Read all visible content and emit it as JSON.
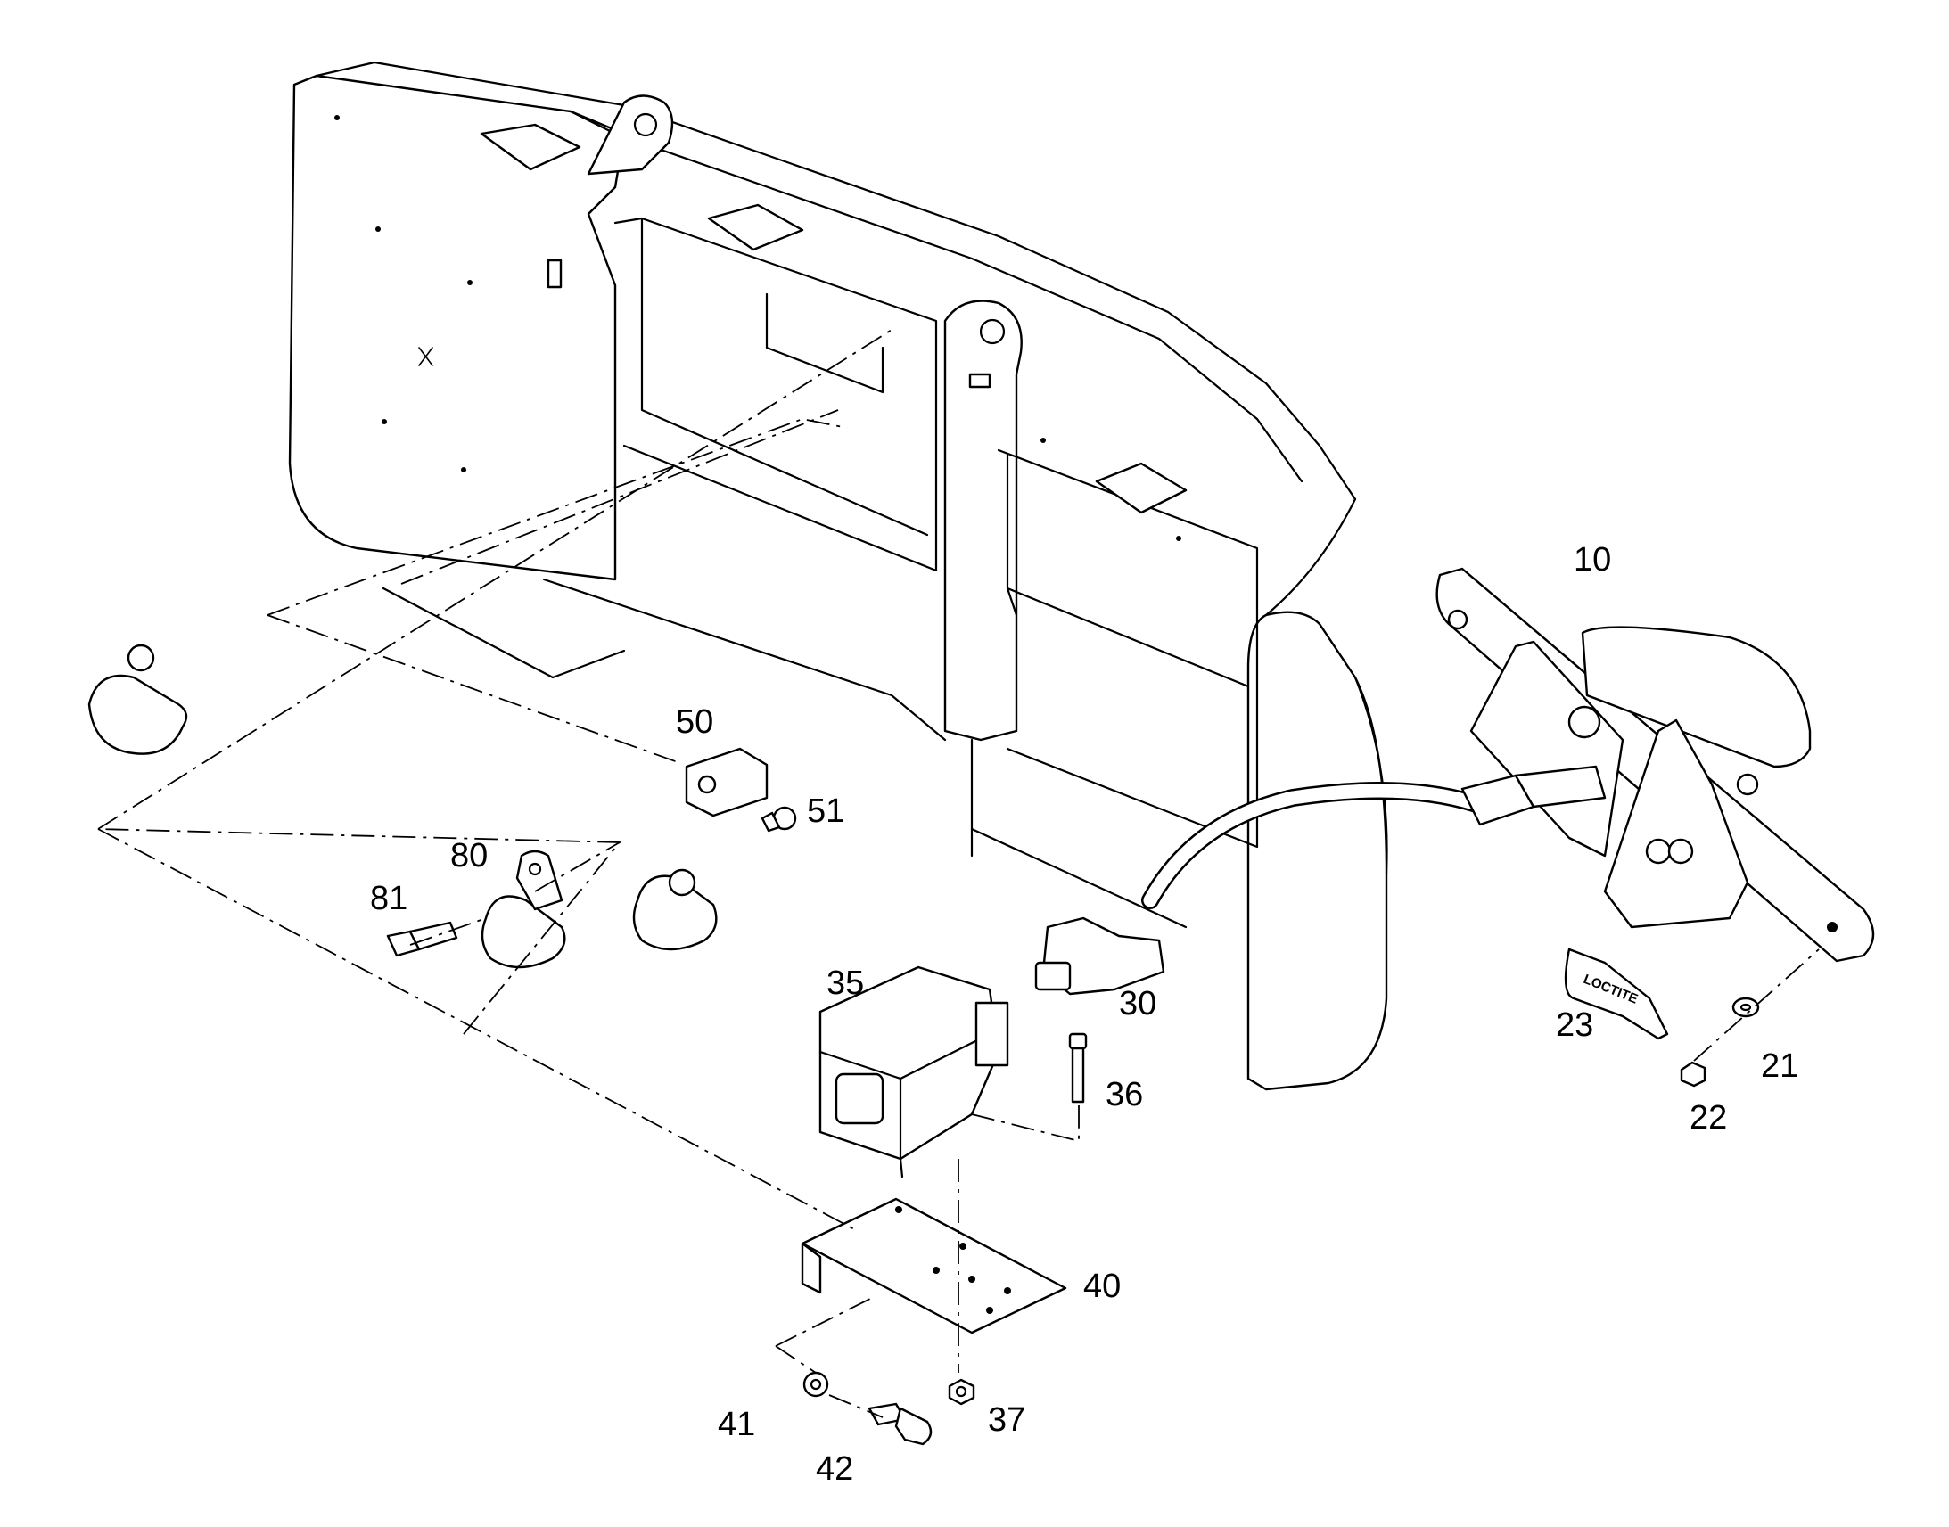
{
  "callouts": {
    "c10": "10",
    "c21": "21",
    "c22": "22",
    "c23": "23",
    "c30": "30",
    "c35": "35",
    "c36": "36",
    "c37": "37",
    "c40": "40",
    "c41": "41",
    "c42": "42",
    "c50": "50",
    "c51": "51",
    "c80": "80",
    "c81": "81"
  },
  "tube_print": "LOCTITE"
}
